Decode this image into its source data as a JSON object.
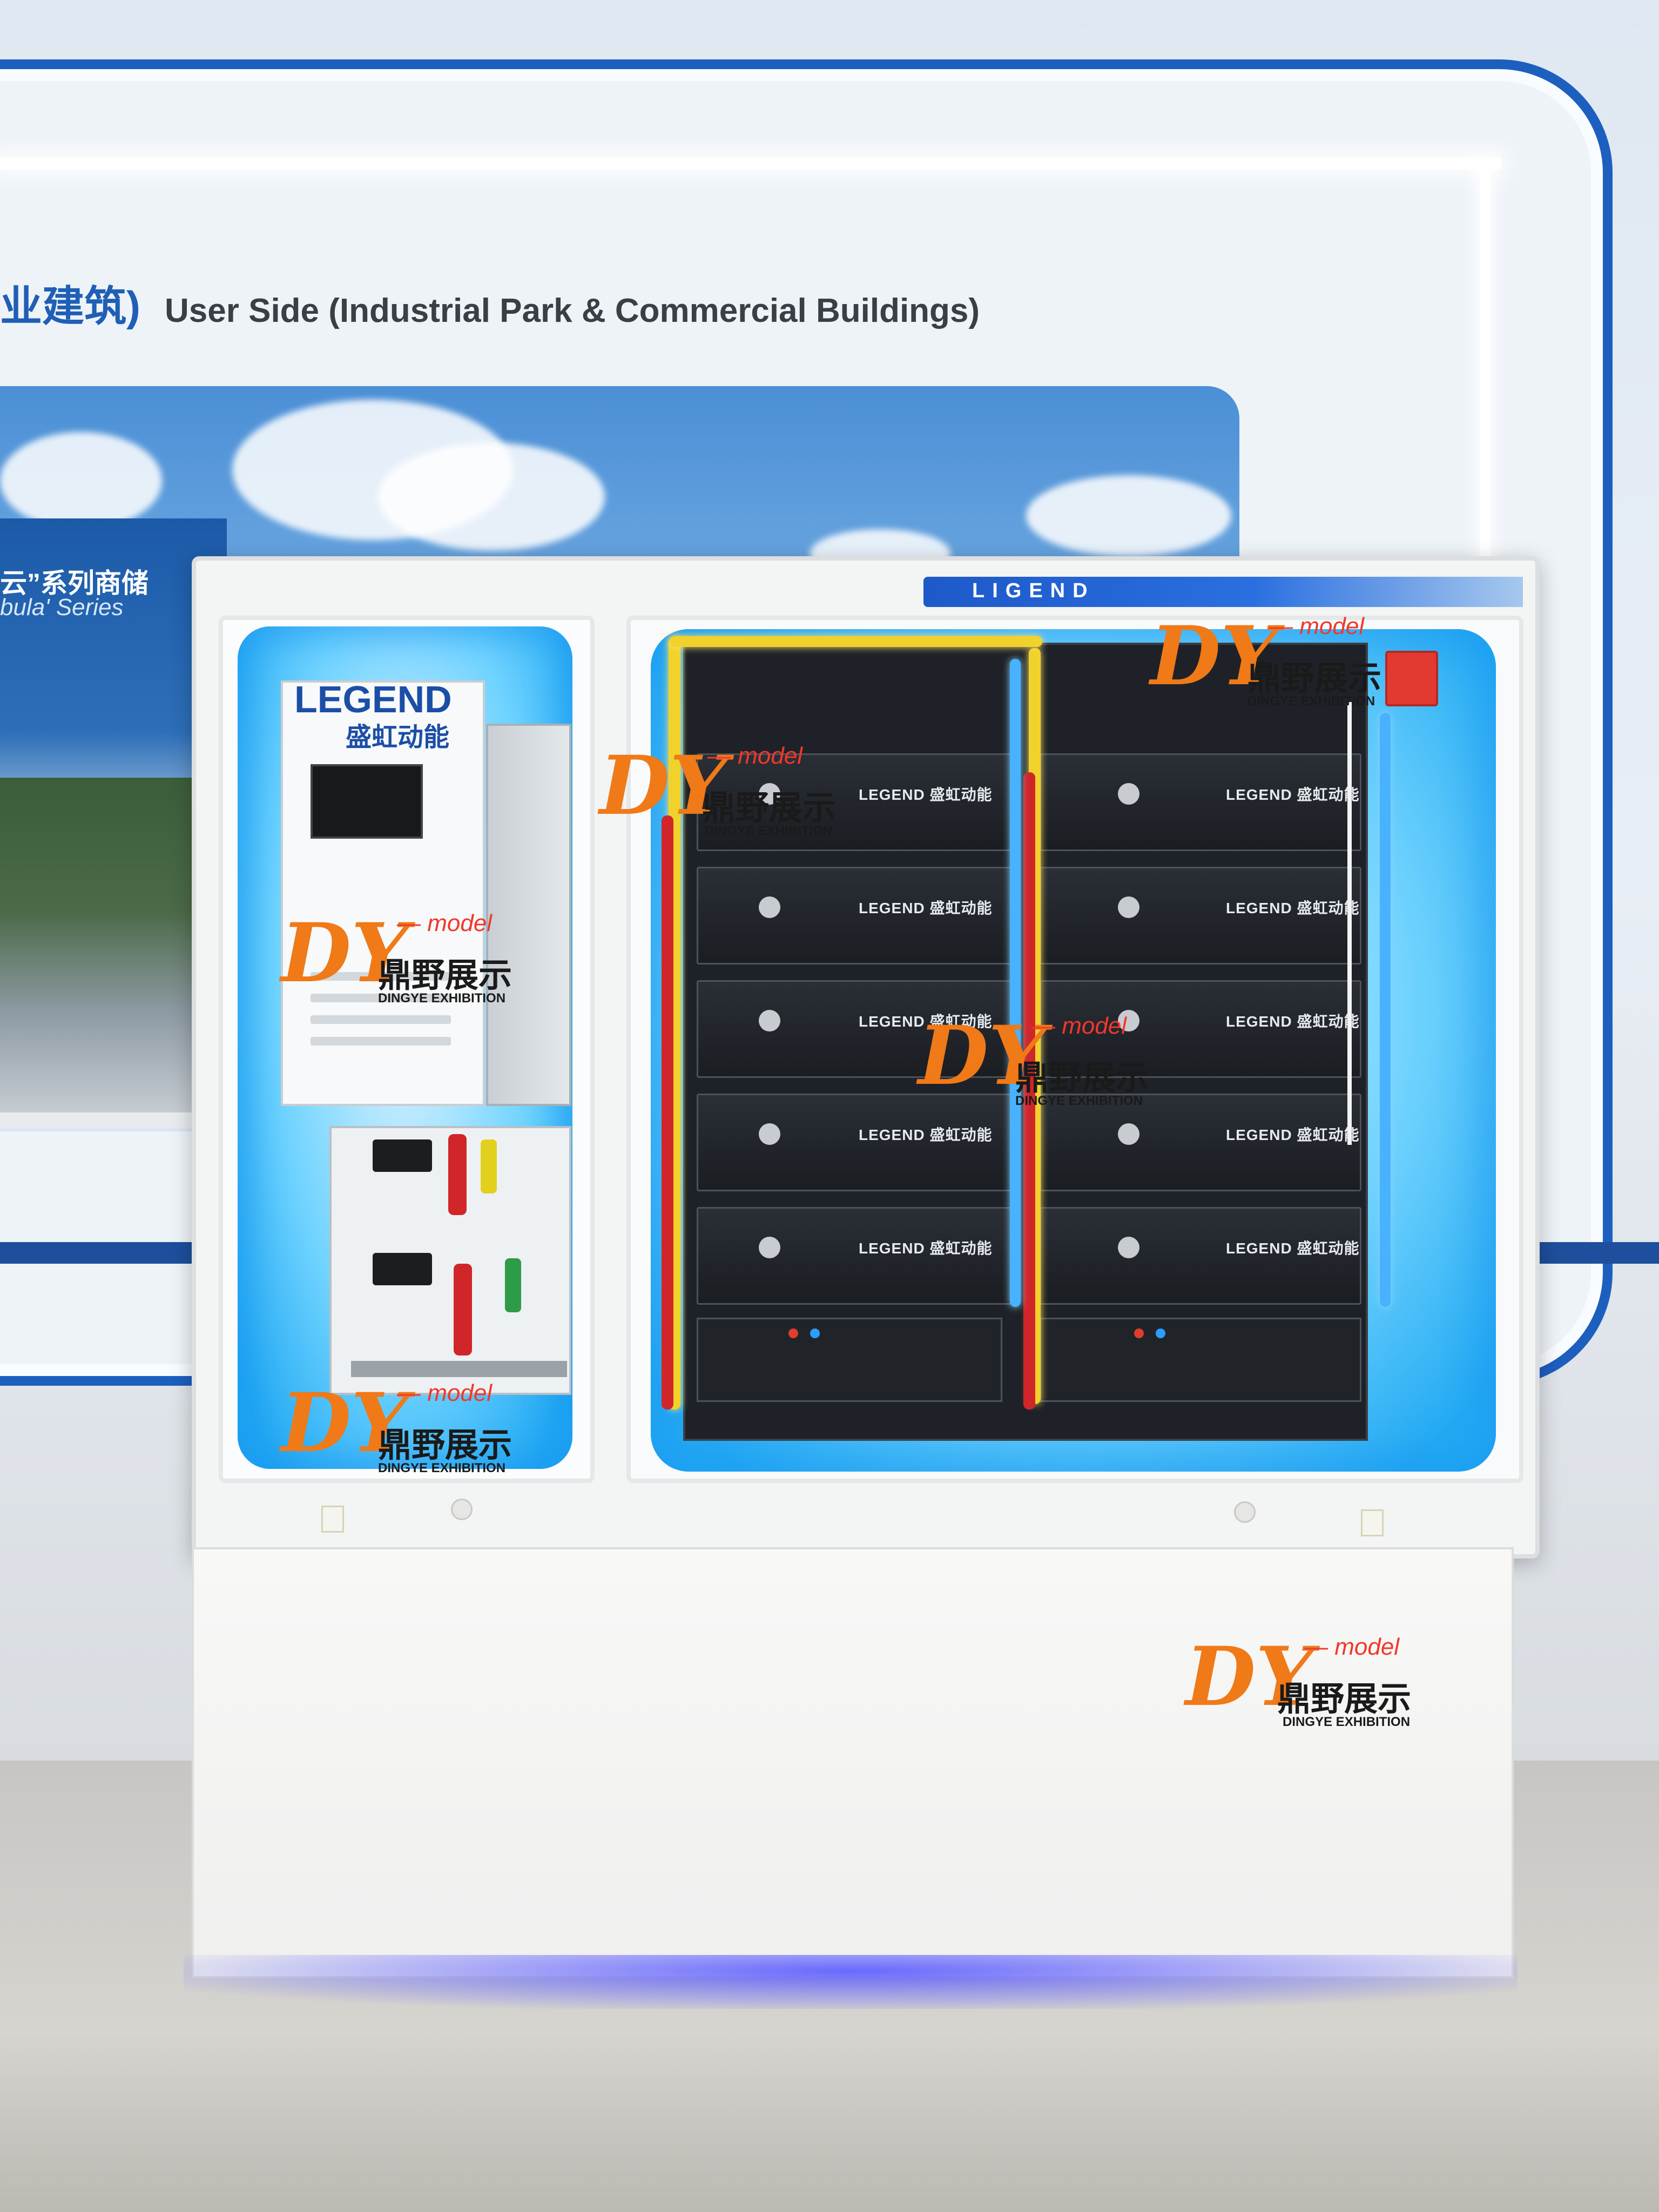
{
  "wall": {
    "heading_cn": "业建筑)",
    "heading_en": "User Side (Industrial Park & Commercial Buildings)",
    "inset_title": "云”系列商储",
    "inset_subtitle": "bula' Series"
  },
  "cabinet": {
    "top_brand": "LIGEND",
    "control_logo_en": "LEGEND",
    "control_logo_cn": "盛虹动能",
    "battery_logo": "LEGEND 盛虹动能"
  },
  "watermark": {
    "mark": "DY",
    "model_text": "— model",
    "name_cn": "鼎野展示",
    "name_en": "DINGYE EXHIBITION"
  },
  "colors": {
    "wall_blue": "#1d5fbf",
    "glass_glow": "#23aaf3",
    "watermark_orange": "#f07918",
    "watermark_red": "#f0382b"
  }
}
